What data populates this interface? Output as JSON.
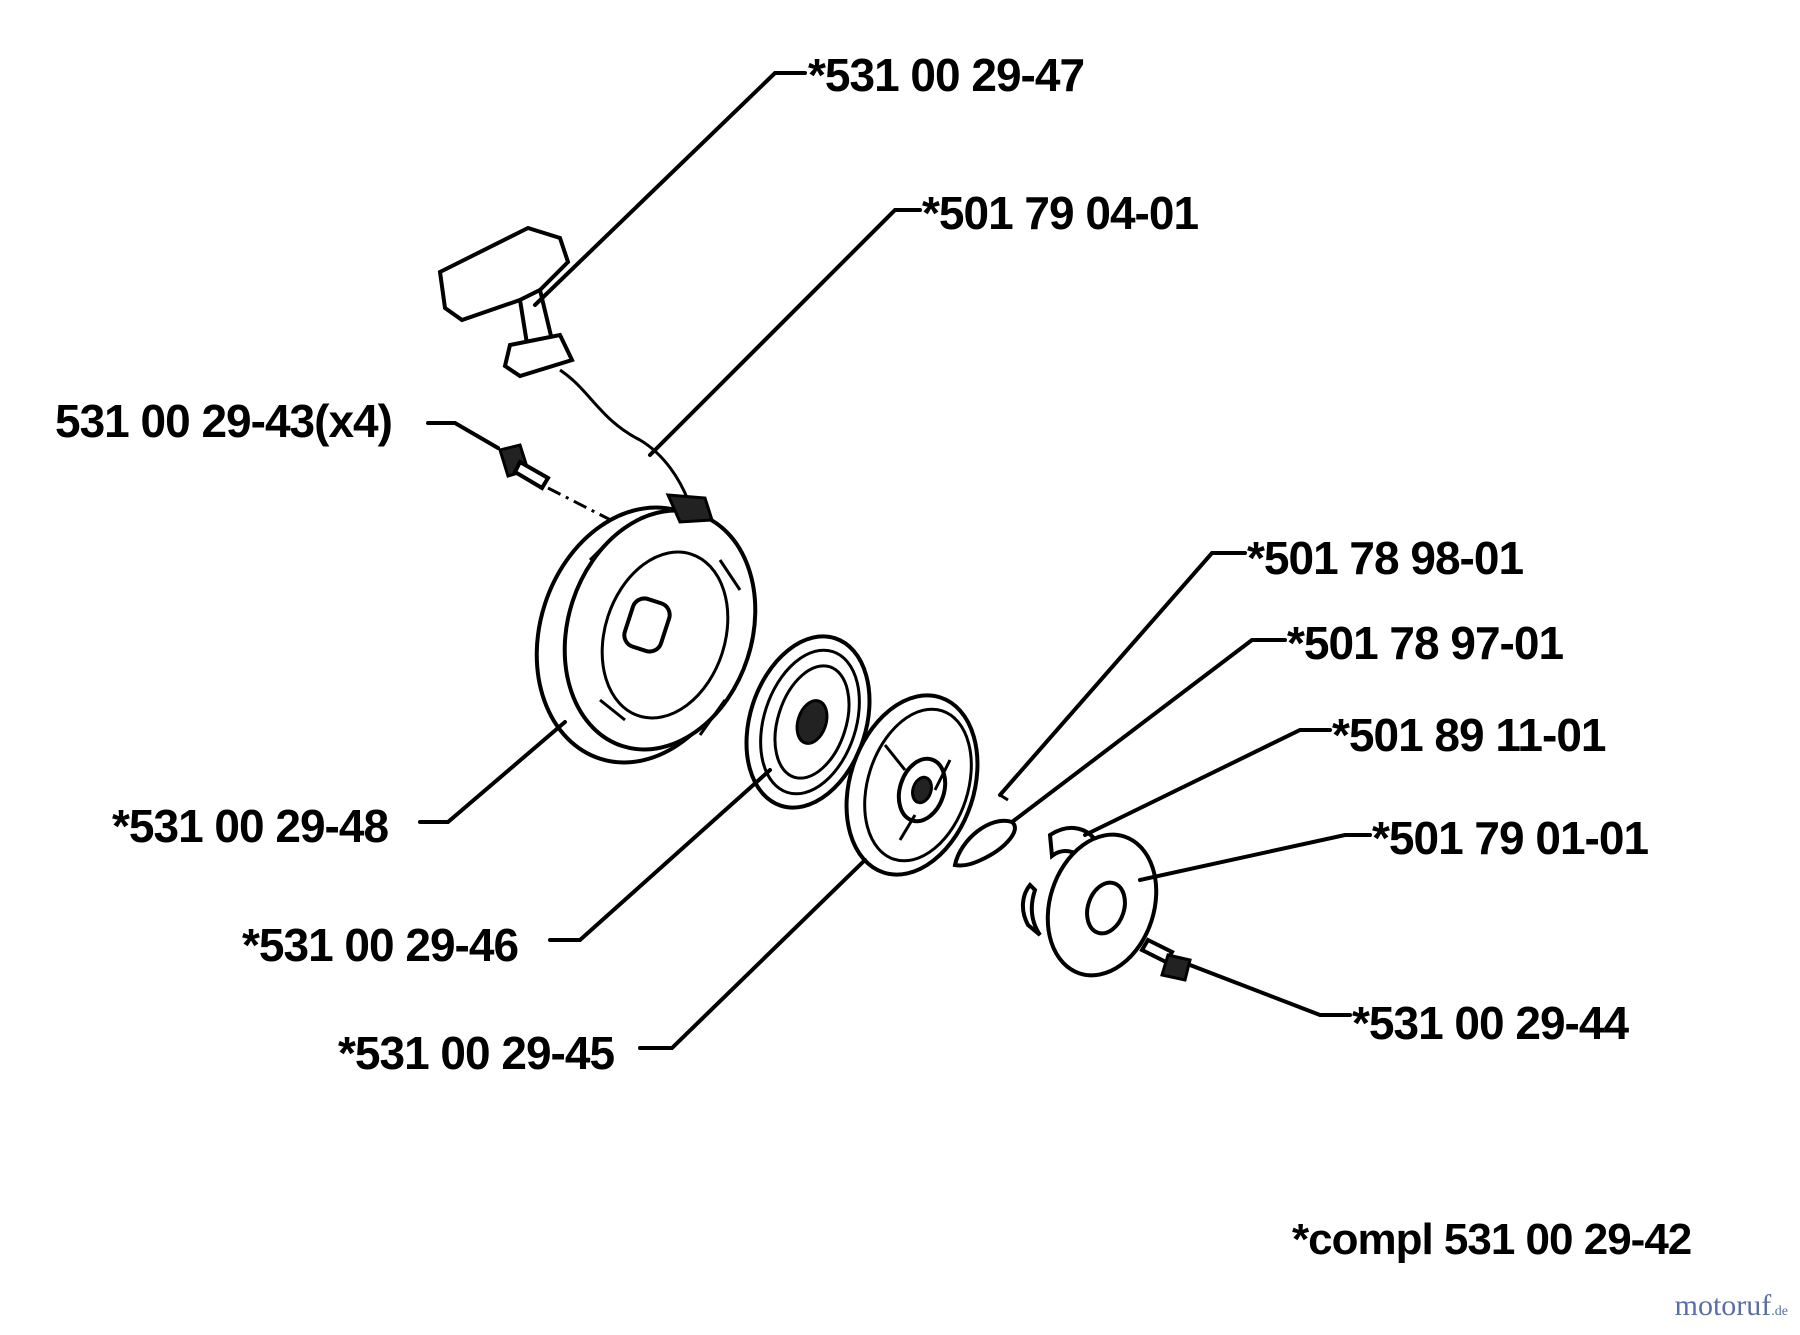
{
  "labels": {
    "handle": "*531 00 29-47",
    "rope": "*501 79 04-01",
    "screws": "531 00 29-43(x4)",
    "housing": "*531 00 29-48",
    "spring": "*531 00 29-46",
    "pulley": "*531 00 29-45",
    "pawl_spring": "*501 78 98-01",
    "pawl": "*501 78 97-01",
    "pawl_guide": "*501 89 11-01",
    "washer": "*501 79 01-01",
    "center_screw": "*531 00 29-44"
  },
  "compl": "*compl 531 00 29-42",
  "watermark": {
    "main": "motoruf",
    "suffix": ".de"
  },
  "colors": {
    "ink": "#000000",
    "background": "#ffffff",
    "watermark": "#5a6fa8"
  }
}
